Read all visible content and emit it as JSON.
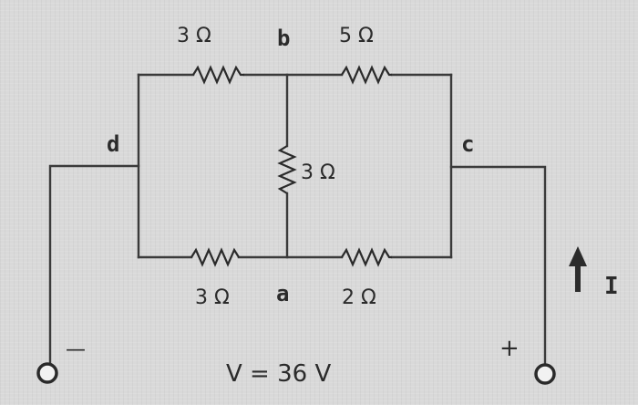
{
  "resistors": {
    "top_left": "3 Ω",
    "top_right": "5 Ω",
    "middle": "3 Ω",
    "bottom_left": "3 Ω",
    "bottom_right": "2 Ω"
  },
  "nodes": {
    "a": "a",
    "b": "b",
    "c": "c",
    "d": "d"
  },
  "source": {
    "voltage_label": "V = 36 V",
    "negative_sign": "—",
    "positive_sign": "+"
  },
  "current": {
    "label": "I"
  }
}
